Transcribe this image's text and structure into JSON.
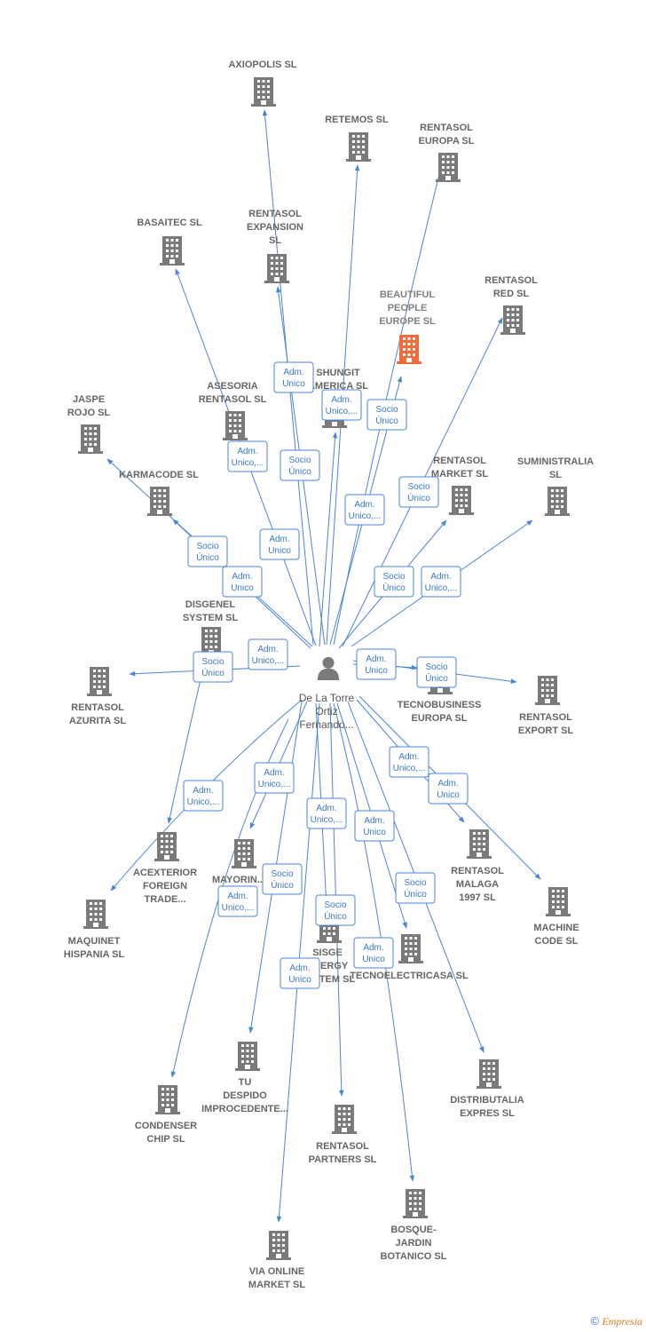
{
  "center": {
    "id": "center",
    "label": [
      "De La Torre",
      "Ortiz",
      "Fernando..."
    ],
    "icon": "person-icon"
  },
  "colors": {
    "edge": "#4a86d4",
    "building": "#7a7a7a",
    "highlight": "#f26b3a"
  },
  "companies": [
    {
      "id": "axiopolis",
      "label": [
        "AXIOPOLIS SL"
      ],
      "icon": "building-icon"
    },
    {
      "id": "retemos",
      "label": [
        "RETEMOS  SL"
      ],
      "icon": "building-icon"
    },
    {
      "id": "rentasol-europa",
      "label": [
        "RENTASOL",
        "EUROPA  SL"
      ],
      "icon": "building-icon"
    },
    {
      "id": "basaitec",
      "label": [
        "BASAITEC  SL"
      ],
      "icon": "building-icon"
    },
    {
      "id": "rentasol-expansion",
      "label": [
        "RENTASOL",
        "EXPANSION",
        "SL"
      ],
      "icon": "building-icon"
    },
    {
      "id": "beautiful-people",
      "label": [
        "BEAUTIFUL",
        "PEOPLE",
        "EUROPE  SL"
      ],
      "icon": "building-icon",
      "highlight": true
    },
    {
      "id": "rentasol-red",
      "label": [
        "RENTASOL",
        "RED  SL"
      ],
      "icon": "building-icon"
    },
    {
      "id": "shungit",
      "label": [
        "SHUNGIT",
        "AMERICA SL"
      ],
      "icon": "building-icon"
    },
    {
      "id": "asesoria",
      "label": [
        "ASESORIA",
        "RENTASOL SL"
      ],
      "icon": "building-icon"
    },
    {
      "id": "jaspe",
      "label": [
        "JASPE",
        "ROJO  SL"
      ],
      "icon": "building-icon"
    },
    {
      "id": "karmacode",
      "label": [
        "KARMACODE SL"
      ],
      "icon": "building-icon"
    },
    {
      "id": "rentasol-market",
      "label": [
        "RENTASOL",
        "MARKET  SL"
      ],
      "icon": "building-icon"
    },
    {
      "id": "suministralia",
      "label": [
        "SUMINISTRALIA",
        "SL"
      ],
      "icon": "building-icon"
    },
    {
      "id": "disgenel",
      "label": [
        "DISGENEL",
        "SYSTEM  SL"
      ],
      "icon": "building-icon"
    },
    {
      "id": "rentasol-azurita",
      "label": [
        "RENTASOL",
        "AZURITA  SL"
      ],
      "icon": "building-icon"
    },
    {
      "id": "tecnobusiness",
      "label": [
        "TECNOBUSINESS",
        "EUROPA SL"
      ],
      "icon": "building-icon"
    },
    {
      "id": "rentasol-export",
      "label": [
        "RENTASOL",
        "EXPORT  SL"
      ],
      "icon": "building-icon"
    },
    {
      "id": "acexterior",
      "label": [
        "ACEXTERIOR",
        "FOREIGN",
        "TRADE..."
      ],
      "icon": "building-icon"
    },
    {
      "id": "mayorin",
      "label": [
        "MAYORIN..."
      ],
      "icon": "building-icon"
    },
    {
      "id": "rentasol-malaga",
      "label": [
        "RENTASOL",
        "MALAGA",
        "1997  SL"
      ],
      "icon": "building-icon"
    },
    {
      "id": "machine-code",
      "label": [
        "MACHINE",
        "CODE SL"
      ],
      "icon": "building-icon"
    },
    {
      "id": "maquinet",
      "label": [
        "MAQUINET",
        "HISPANIA  SL"
      ],
      "icon": "building-icon"
    },
    {
      "id": "sisge",
      "label": [
        "SISGE",
        "ENERGY",
        "SYSTEM  SL"
      ],
      "icon": "building-icon"
    },
    {
      "id": "tecnoelectricasa",
      "label": [
        "TECNOELECTRICASA SL"
      ],
      "icon": "building-icon"
    },
    {
      "id": "tu-despido",
      "label": [
        "TU",
        "DESPIDO",
        "IMPROCEDENTE..."
      ],
      "icon": "building-icon"
    },
    {
      "id": "condenser",
      "label": [
        "CONDENSER",
        "CHIP SL"
      ],
      "icon": "building-icon"
    },
    {
      "id": "distributalia",
      "label": [
        "DISTRIBUTALIA",
        "EXPRES  SL"
      ],
      "icon": "building-icon"
    },
    {
      "id": "rentasol-partners",
      "label": [
        "RENTASOL",
        "PARTNERS  SL"
      ],
      "icon": "building-icon"
    },
    {
      "id": "bosque-jardin",
      "label": [
        "BOSQUE-",
        "JARDIN",
        "BOTANICO SL"
      ],
      "icon": "building-icon"
    },
    {
      "id": "via-online",
      "label": [
        "VIA ONLINE",
        "MARKET SL"
      ],
      "icon": "building-icon"
    }
  ],
  "edges": [
    {
      "to": "axiopolis",
      "role": [
        "Adm.",
        "Unico"
      ]
    },
    {
      "to": "retemos",
      "role": [
        "Socio",
        "Único"
      ]
    },
    {
      "to": "rentasol-europa",
      "role": [
        "Adm.",
        "Unico,..."
      ]
    },
    {
      "to": "basaitec",
      "role": [
        "Adm.",
        "Unico,..."
      ]
    },
    {
      "to": "rentasol-expansion",
      "role": [
        "Adm.",
        "Unico"
      ]
    },
    {
      "to": "beautiful-people",
      "role": [
        "Socio",
        "Único"
      ]
    },
    {
      "to": "rentasol-red",
      "role": [
        "Socio",
        "Único"
      ]
    },
    {
      "to": "shungit",
      "role": [
        "Adm.",
        "Unico,..."
      ]
    },
    {
      "to": "jaspe",
      "role": [
        "Socio",
        "Único"
      ]
    },
    {
      "to": "karmacode",
      "role": [
        "Adm.",
        "Unico"
      ]
    },
    {
      "to": "rentasol-market",
      "role": [
        "Socio",
        "Único"
      ]
    },
    {
      "to": "suministralia",
      "role": [
        "Adm.",
        "Unico,..."
      ]
    },
    {
      "to": "rentasol-azurita",
      "role": [
        "Adm.",
        "Unico,..."
      ]
    },
    {
      "to": "tecnobusiness",
      "role": [
        "Adm.",
        "Unico"
      ]
    },
    {
      "to": "rentasol-export",
      "role": [
        "Socio",
        "Único"
      ]
    },
    {
      "to": "acexterior",
      "role": [
        "Socio",
        "Único"
      ]
    },
    {
      "to": "maquinet",
      "role": [
        "Adm.",
        "Unico,..."
      ]
    },
    {
      "to": "mayorin",
      "role": [
        "Adm.",
        "Unico,..."
      ]
    },
    {
      "to": "rentasol-malaga",
      "role": [
        "Adm.",
        "Unico,..."
      ]
    },
    {
      "to": "machine-code",
      "role": [
        "Adm.",
        "Unico"
      ]
    },
    {
      "to": "condenser",
      "role": [
        "Adm.",
        "Unico,..."
      ]
    },
    {
      "to": "tu-despido",
      "role": [
        "Socio",
        "Único"
      ]
    },
    {
      "to": "sisge",
      "role": [
        "Adm.",
        "Unico,..."
      ]
    },
    {
      "to": "tecnoelectricasa",
      "role": [
        "Adm.",
        "Unico"
      ]
    },
    {
      "to": "distributalia",
      "role": [
        "Socio",
        "Único"
      ]
    },
    {
      "to": "rentasol-partners",
      "role": [
        "Socio",
        "Único"
      ]
    },
    {
      "to": "bosque-jardin",
      "role": [
        "Adm.",
        "Unico"
      ]
    },
    {
      "to": "via-online",
      "role": [
        "Adm.",
        "Unico"
      ]
    }
  ],
  "credit": {
    "copyright": "©",
    "brand": "Empresia"
  }
}
